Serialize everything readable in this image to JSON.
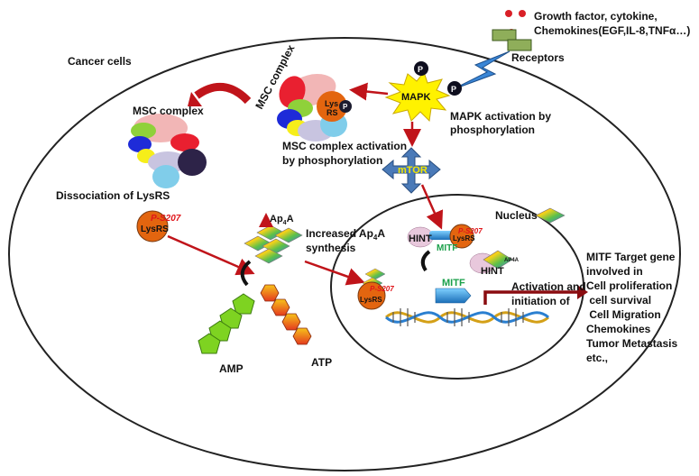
{
  "labels": {
    "growth_factor_line1": "Growth factor, cytokine,",
    "growth_factor_line2": "Chemokines(EGF,IL-8,TNFα…)",
    "receptors": "Receptors",
    "cancer_cells": "Cancer cells",
    "mapk": "MAPK",
    "p": "P",
    "mapk_activation_line1": "MAPK  activation by",
    "mapk_activation_line2": "phosphorylation",
    "msc_complex_top": "MSC complex",
    "msc_complex_left": "MSC complex",
    "msc_activation_line1": "MSC complex activation",
    "msc_activation_line2": "by phosphorylation",
    "dissociation": "Dissociation of LysRS",
    "lys_rs_line1": "Lys",
    "lys_rs_line2": "RS",
    "mtor": "mTOR",
    "nucleus": "Nucleus",
    "ps207": "P-S207",
    "lysrs": "LysRS",
    "ap4a_base": "Ap",
    "ap4a_sub": "4",
    "ap4a_end": "A",
    "increased_line1": "Increased Ap",
    "increased_sub": "4",
    "increased_end": "A",
    "increased_line2": "synthesis",
    "hint": "HINT",
    "mitf": "MITF",
    "ap4a_small": "AP4A",
    "activation_line1": "Activation and",
    "activation_line2": "initiation of",
    "amp": "AMP",
    "atp": "ATP",
    "targets": [
      "MITF Target gene",
      "involved in",
      "Cell proliferation",
      " cell survival",
      " Cell Migration",
      "Chemokines",
      "Tumor Metastasis",
      "etc.,"
    ]
  },
  "colors": {
    "arrow_red": "#c0141a",
    "lysrs_orange": "#e3650f",
    "mtor_blue": "#4a7ab8",
    "mapk_yellow": "#fff200",
    "receptor_green": "#8fae5a",
    "ligand_red": "#d92027",
    "hint_pink": "#e8c8dc",
    "mitf_blue": "#2f9ad6",
    "amp_green": "#7ed321"
  }
}
